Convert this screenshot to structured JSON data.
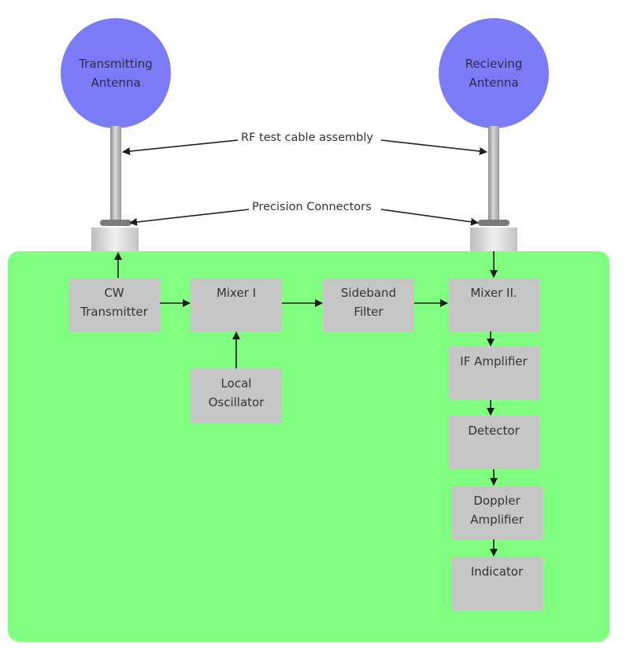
{
  "colors": {
    "antenna": "#7b7bf7",
    "panel": "#80ff80",
    "block": "#c6c6c6",
    "connector": "#7a7a7a",
    "arrow": "#1e1e1e"
  },
  "antennas": {
    "transmit": {
      "label": "Transmitting\nAntenna"
    },
    "receive": {
      "label": "Recieving\nAntenna"
    }
  },
  "callouts": {
    "cable": "RF test cable assembly",
    "connectors": "Precision Connectors"
  },
  "blocks": {
    "cw_transmitter": "CW\nTransmitter",
    "mixer_1": "Mixer I",
    "sideband_filter": "Sideband\nFilter",
    "mixer_2": "Mixer II.",
    "local_oscillator": "Local\nOscillator",
    "if_amplifier": "IF Amplifier",
    "detector": "Detector",
    "doppler_amplifier": "Doppler\nAmplifier",
    "indicator": "Indicator"
  }
}
